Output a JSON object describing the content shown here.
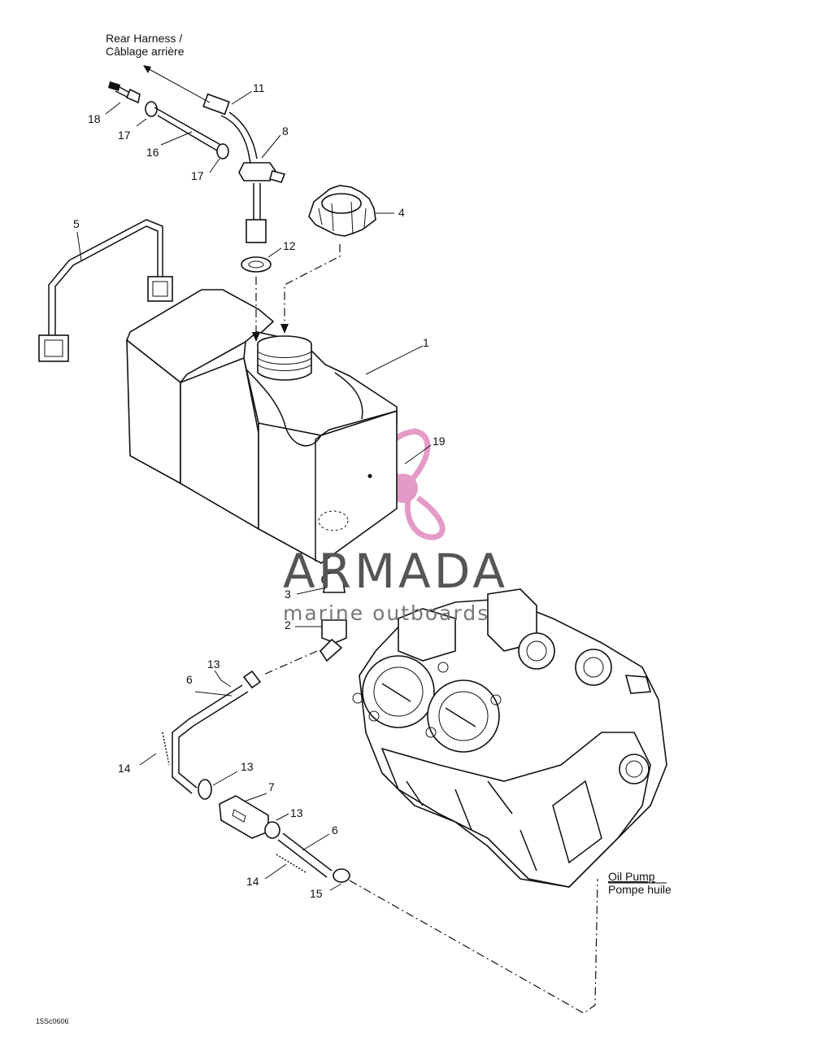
{
  "labels": {
    "rear_harness_en": "Rear Harness /",
    "rear_harness_fr": "Câblage arrière",
    "oil_pump_en": "Oil Pump",
    "oil_pump_fr": "Pompe huile",
    "drawing_code": "15Sc0606"
  },
  "watermark": {
    "title": "ARMADA",
    "subtitle": "marine outboards",
    "accent_color": "#e49ac6"
  },
  "callouts": [
    {
      "id": "c1",
      "text": "1"
    },
    {
      "id": "c2",
      "text": "2"
    },
    {
      "id": "c3",
      "text": "3"
    },
    {
      "id": "c4",
      "text": "4"
    },
    {
      "id": "c5",
      "text": "5"
    },
    {
      "id": "c6a",
      "text": "6"
    },
    {
      "id": "c6b",
      "text": "6"
    },
    {
      "id": "c7",
      "text": "7"
    },
    {
      "id": "c8",
      "text": "8"
    },
    {
      "id": "c11",
      "text": "11"
    },
    {
      "id": "c12",
      "text": "12"
    },
    {
      "id": "c13a",
      "text": "13"
    },
    {
      "id": "c13b",
      "text": "13"
    },
    {
      "id": "c13c",
      "text": "13"
    },
    {
      "id": "c14a",
      "text": "14"
    },
    {
      "id": "c14b",
      "text": "14"
    },
    {
      "id": "c15",
      "text": "15"
    },
    {
      "id": "c16",
      "text": "16"
    },
    {
      "id": "c17a",
      "text": "17"
    },
    {
      "id": "c17b",
      "text": "17"
    },
    {
      "id": "c18",
      "text": "18"
    },
    {
      "id": "c19",
      "text": "19"
    }
  ]
}
